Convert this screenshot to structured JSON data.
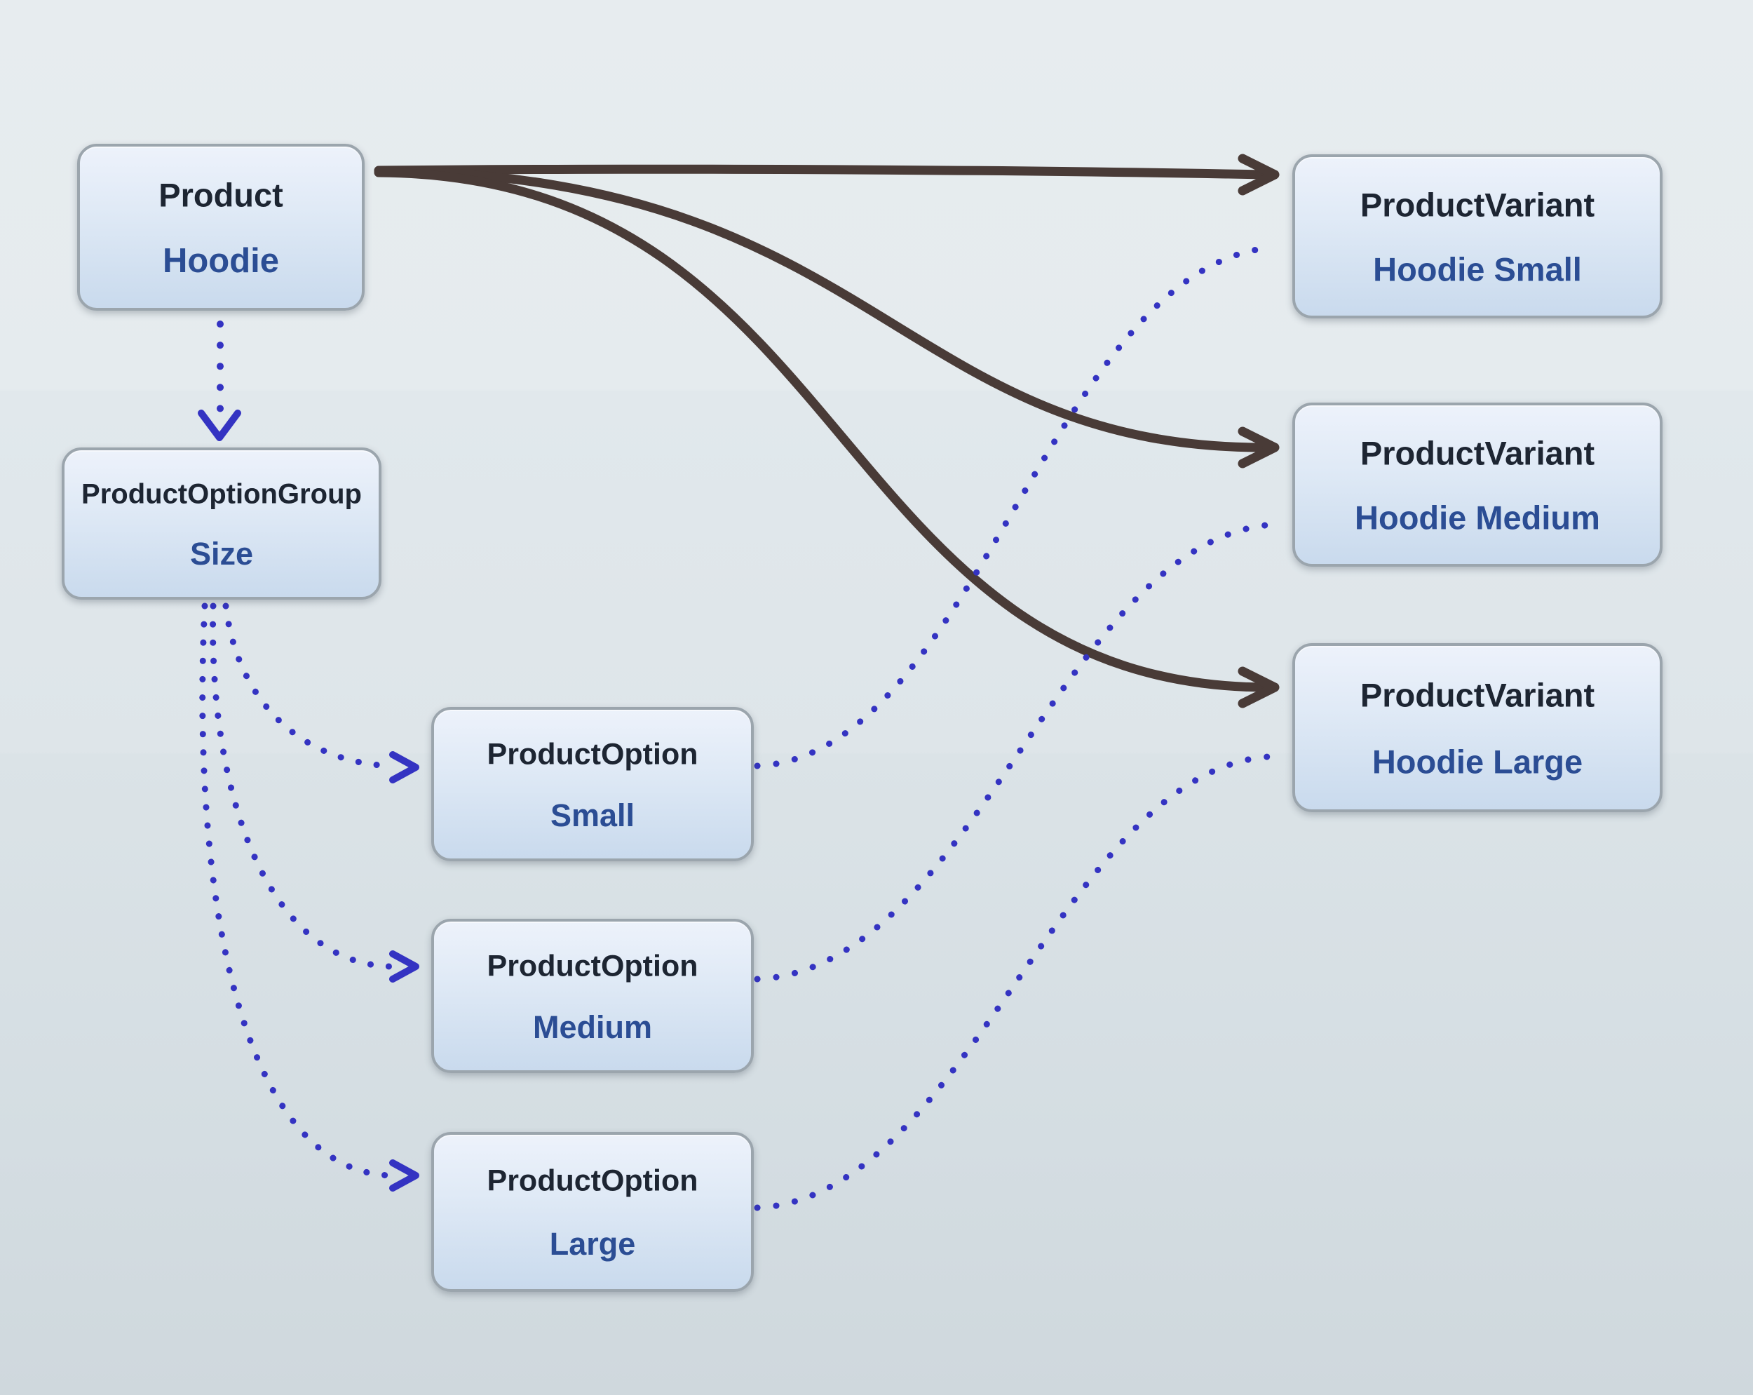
{
  "nodes": {
    "product": {
      "entity": "Product",
      "label": "Hoodie"
    },
    "optionGroup": {
      "entity": "ProductOptionGroup",
      "label": "Size"
    },
    "optionSmall": {
      "entity": "ProductOption",
      "label": "Small"
    },
    "optionMedium": {
      "entity": "ProductOption",
      "label": "Medium"
    },
    "optionLarge": {
      "entity": "ProductOption",
      "label": "Large"
    },
    "variantSmall": {
      "entity": "ProductVariant",
      "label": "Hoodie Small"
    },
    "variantMedium": {
      "entity": "ProductVariant",
      "label": "Hoodie Medium"
    },
    "variantLarge": {
      "entity": "ProductVariant",
      "label": "Hoodie Large"
    }
  },
  "edges": [
    {
      "from": "product",
      "to": "variantSmall",
      "style": "solid-arrow"
    },
    {
      "from": "product",
      "to": "variantMedium",
      "style": "solid-arrow"
    },
    {
      "from": "product",
      "to": "variantLarge",
      "style": "solid-arrow"
    },
    {
      "from": "product",
      "to": "optionGroup",
      "style": "dotted-arrow"
    },
    {
      "from": "optionGroup",
      "to": "optionSmall",
      "style": "dotted-arrow"
    },
    {
      "from": "optionGroup",
      "to": "optionMedium",
      "style": "dotted-arrow"
    },
    {
      "from": "optionGroup",
      "to": "optionLarge",
      "style": "dotted-arrow"
    },
    {
      "from": "optionSmall",
      "to": "variantSmall",
      "style": "dotted"
    },
    {
      "from": "optionMedium",
      "to": "variantMedium",
      "style": "dotted"
    },
    {
      "from": "optionLarge",
      "to": "variantLarge",
      "style": "dotted"
    }
  ],
  "colors": {
    "solid_edge": "#493b37",
    "dotted_edge": "#3433c2",
    "entity_text": "#1d2532",
    "label_text": "#2b4d94",
    "node_border": "#9ba5ad",
    "node_fill_top": "#edf2fb",
    "node_fill_bottom": "#c9daed",
    "background_top": "#e7ecef",
    "background_bottom": "#cfd8dd"
  }
}
